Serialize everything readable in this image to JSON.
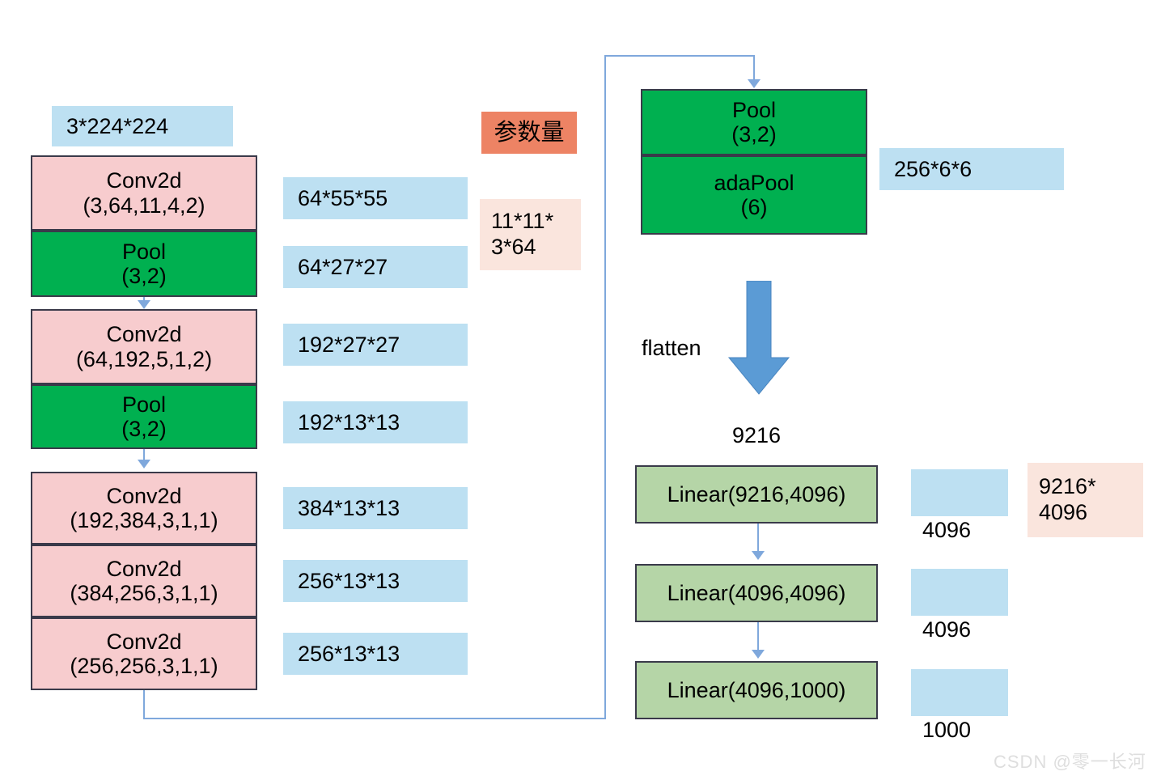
{
  "diagram": {
    "title_tag": "参数量",
    "flatten_label": "flatten",
    "flatten_output": "9216",
    "watermark": "CSDN @零一长河",
    "colors": {
      "conv": "#f7ccce",
      "pool": "#00b050",
      "linear": "#b5d5a7",
      "shape": "#bde0f2",
      "param": "#fae5dd",
      "tag": "#ed8364",
      "connector": "#7fa8dc",
      "bigarrow": "#5b9bd5",
      "border": "#3a3a4a"
    }
  },
  "input_shape": "3*224*224",
  "backbone": [
    {
      "name": "conv1",
      "text": "Conv2d\n(3,64,11,4,2)",
      "kind": "conv"
    },
    {
      "name": "pool1",
      "text": "Pool\n(3,2)",
      "kind": "pool"
    },
    {
      "name": "conv2",
      "text": "Conv2d\n(64,192,5,1,2)",
      "kind": "conv"
    },
    {
      "name": "pool2",
      "text": "Pool\n(3,2)",
      "kind": "pool"
    },
    {
      "name": "conv3",
      "text": "Conv2d\n(192,384,3,1,1)",
      "kind": "conv"
    },
    {
      "name": "conv4",
      "text": "Conv2d\n(384,256,3,1,1)",
      "kind": "conv"
    },
    {
      "name": "conv5",
      "text": "Conv2d\n(256,256,3,1,1)",
      "kind": "conv"
    }
  ],
  "feature_shapes": [
    "64*55*55",
    "64*27*27",
    "192*27*27",
    "192*13*13",
    "384*13*13",
    "256*13*13",
    "256*13*13"
  ],
  "param_counts": [
    "11*11*\n3*64",
    "9216*\n4096"
  ],
  "head": {
    "pool_blocks": [
      {
        "name": "pool3",
        "text": "Pool\n(3,2)"
      },
      {
        "name": "adapool",
        "text": "adaPool\n(6)"
      }
    ],
    "pool_output_shape": "256*6*6",
    "linear_blocks": [
      {
        "name": "linear1",
        "text": "Linear(9216,4096)"
      },
      {
        "name": "linear2",
        "text": "Linear(4096,4096)"
      },
      {
        "name": "linear3",
        "text": "Linear(4096,1000)"
      }
    ],
    "linear_output_shapes": [
      "4096",
      "4096",
      "1000"
    ]
  }
}
